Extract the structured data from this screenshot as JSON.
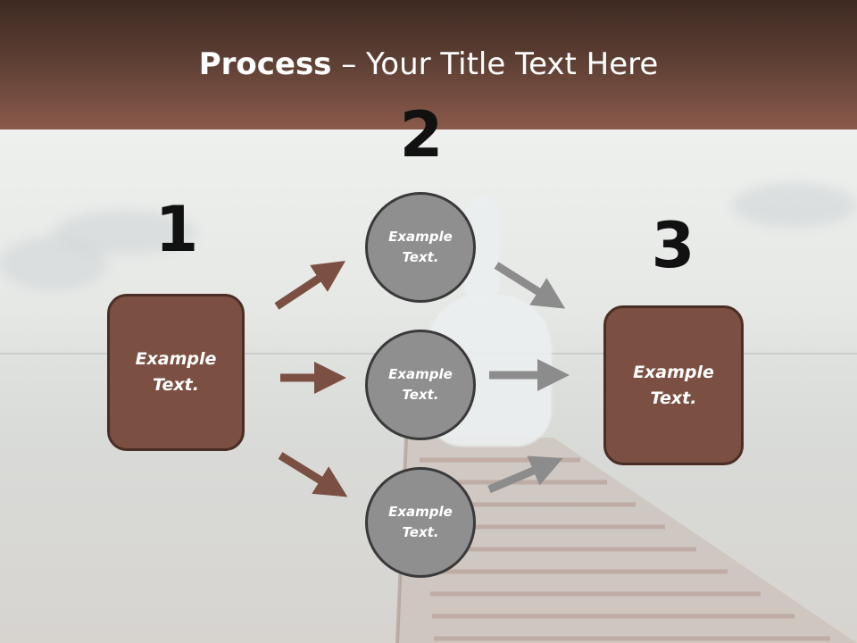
{
  "title": {
    "bold": "Process",
    "rest": " – Your Title Text Here"
  },
  "steps": {
    "one": {
      "number": "1",
      "text": "Example Text."
    },
    "two": {
      "number": "2"
    },
    "three": {
      "number": "3",
      "text": "Example Text."
    }
  },
  "circles": [
    {
      "text": "Example Text."
    },
    {
      "text": "Example Text."
    },
    {
      "text": "Example Text."
    }
  ],
  "colors": {
    "header_dark": "#3e2a22",
    "header_light": "#8a5a4b",
    "box_fill": "#7b4f41",
    "box_border": "#4a2e25",
    "circle_fill": "#8f8f8f",
    "circle_border": "#3a3a3a",
    "arrow_brown": "#7b4f41",
    "arrow_gray": "#8c8c8c"
  }
}
